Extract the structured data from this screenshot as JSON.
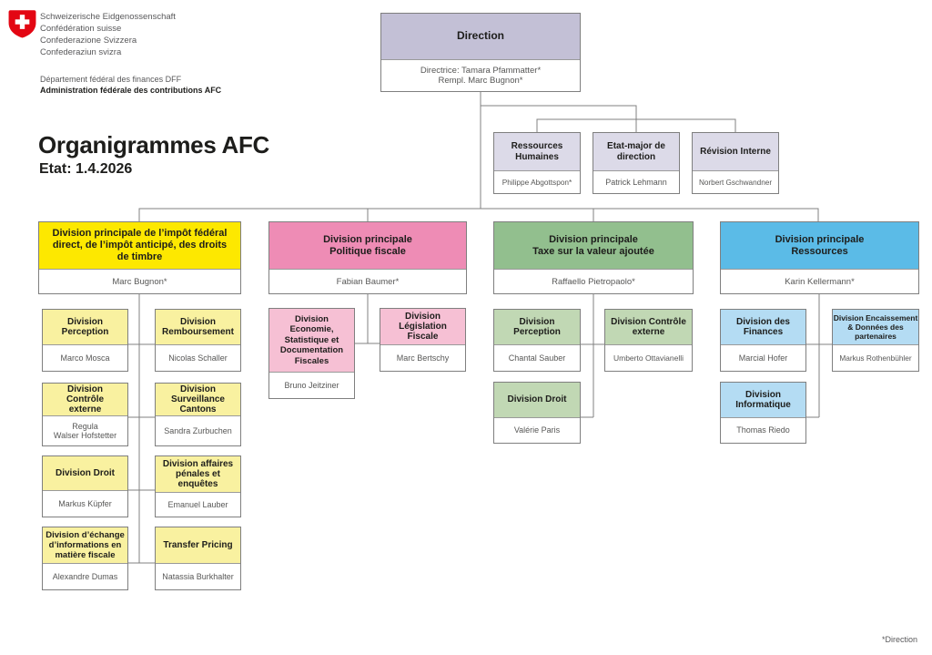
{
  "colors": {
    "swiss_red": "#e30613",
    "direction_header": "#c3c0d6",
    "staff_header": "#dcdae8",
    "d1_main": "#fde800",
    "d1_sub": "#f9f1a0",
    "d2_main": "#ee8cb5",
    "d2_sub": "#f6c0d4",
    "d3_main": "#92bf8e",
    "d3_sub": "#c1d8b4",
    "d4_main": "#5bbbe7",
    "d4_sub": "#b4dcf3"
  },
  "header": {
    "confederation_lines": "Schweizerische Eidgenossenschaft\nConfédération suisse\nConfederazione Svizzera\nConfederaziun svizra",
    "department": "Département fédéral des finances DFF",
    "office": "Administration fédérale des contributions AFC",
    "title": "Organigrammes AFC",
    "date": "Etat: 1.4.2026"
  },
  "footnote": "*Direction",
  "direction": {
    "title": "Direction",
    "director": "Directrice: Tamara Pfammatter*",
    "deputy": "Rempl. Marc Bugnon*"
  },
  "staff": [
    {
      "title": "Ressources\nHumaines",
      "name": "Philippe Abgottspon*"
    },
    {
      "title": "Etat-major de\ndirection",
      "name": "Patrick Lehmann"
    },
    {
      "title": "Révision Interne",
      "name": "Norbert Gschwandner"
    }
  ],
  "divisions": [
    {
      "title": "Division principale de l’impôt fédéral\ndirect, de l’impôt anticipé, des droits\nde timbre",
      "name": "Marc Bugnon*",
      "subs": [
        {
          "title": "Division\nPerception",
          "name": "Marco Mosca"
        },
        {
          "title": "Division\nRemboursement",
          "name": "Nicolas Schaller"
        },
        {
          "title": "Division\nContrôle\nexterne",
          "name": "Regula\nWalser Hofstetter"
        },
        {
          "title": "Division\nSurveillance\nCantons",
          "name": "Sandra Zurbuchen"
        },
        {
          "title": "Division Droit",
          "name": "Markus Küpfer"
        },
        {
          "title": "Division affaires\npénales et\nenquêtes",
          "name": "Emanuel Lauber"
        },
        {
          "title": "Division d’échange\nd’informations en\nmatière fiscale",
          "name": "Alexandre Dumas"
        },
        {
          "title": "Transfer Pricing",
          "name": "Natassia Burkhalter"
        }
      ]
    },
    {
      "title": "Division principale\nPolitique fiscale",
      "name": "Fabian Baumer*",
      "subs": [
        {
          "title": "Division\nEconomie,\nStatistique et\nDocumentation\nFiscales",
          "name": "Bruno Jeitziner"
        },
        {
          "title": "Division\nLégislation\nFiscale",
          "name": "Marc Bertschy"
        }
      ]
    },
    {
      "title": "Division principale\nTaxe sur la valeur ajoutée",
      "name": "Raffaello Pietropaolo*",
      "subs": [
        {
          "title": "Division\nPerception",
          "name": "Chantal Sauber"
        },
        {
          "title": "Division Contrôle\nexterne",
          "name": "Umberto Ottavianelli"
        },
        {
          "title": "Division Droit",
          "name": "Valérie Paris"
        }
      ]
    },
    {
      "title": "Division principale\nRessources",
      "name": "Karin Kellermann*",
      "subs": [
        {
          "title": "Division des\nFinances",
          "name": "Marcial Hofer"
        },
        {
          "title": "Division Encaissement\n& Données des\npartenaires",
          "name": "Markus Rothenbühler"
        },
        {
          "title": "Division\nInformatique",
          "name": "Thomas Riedo"
        }
      ]
    }
  ]
}
